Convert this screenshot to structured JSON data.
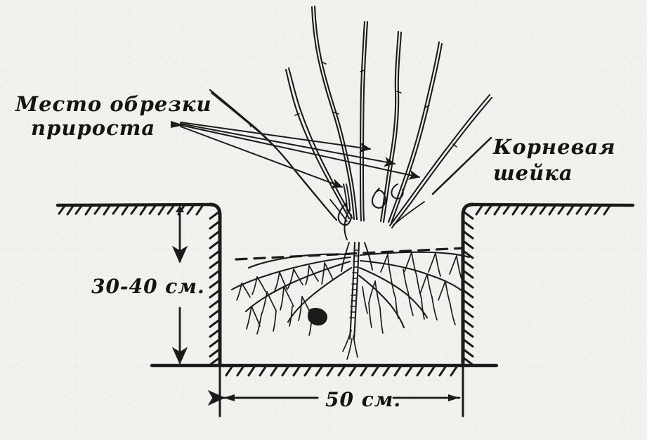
{
  "figure": {
    "type": "technical-illustration",
    "subject": "Планировка посадочной ямы для саженца кустарника",
    "background_color": "#f2f1ee",
    "ink_color": "#1c1b19"
  },
  "labels": {
    "pruning": {
      "line1": "Место обрезки",
      "line2": "прироста",
      "leader_target": "branch-pruning-points"
    },
    "root_collar": {
      "line1": "Корневая",
      "line2": "шейка",
      "leader_target": "root-collar-point"
    }
  },
  "dimensions": {
    "depth": {
      "value": "30-40",
      "unit": "см.",
      "text": "30-40 см.",
      "orientation": "vertical"
    },
    "width": {
      "value": "50",
      "unit": "см.",
      "text": "50 см.",
      "orientation": "horizontal"
    }
  },
  "parts": {
    "ground_line": "ground-surface-hatched",
    "pit": "planting-pit",
    "shrub": "shrub-branches",
    "roots": "root-system",
    "soil_level_marker": "dashed-soil-level-line"
  }
}
